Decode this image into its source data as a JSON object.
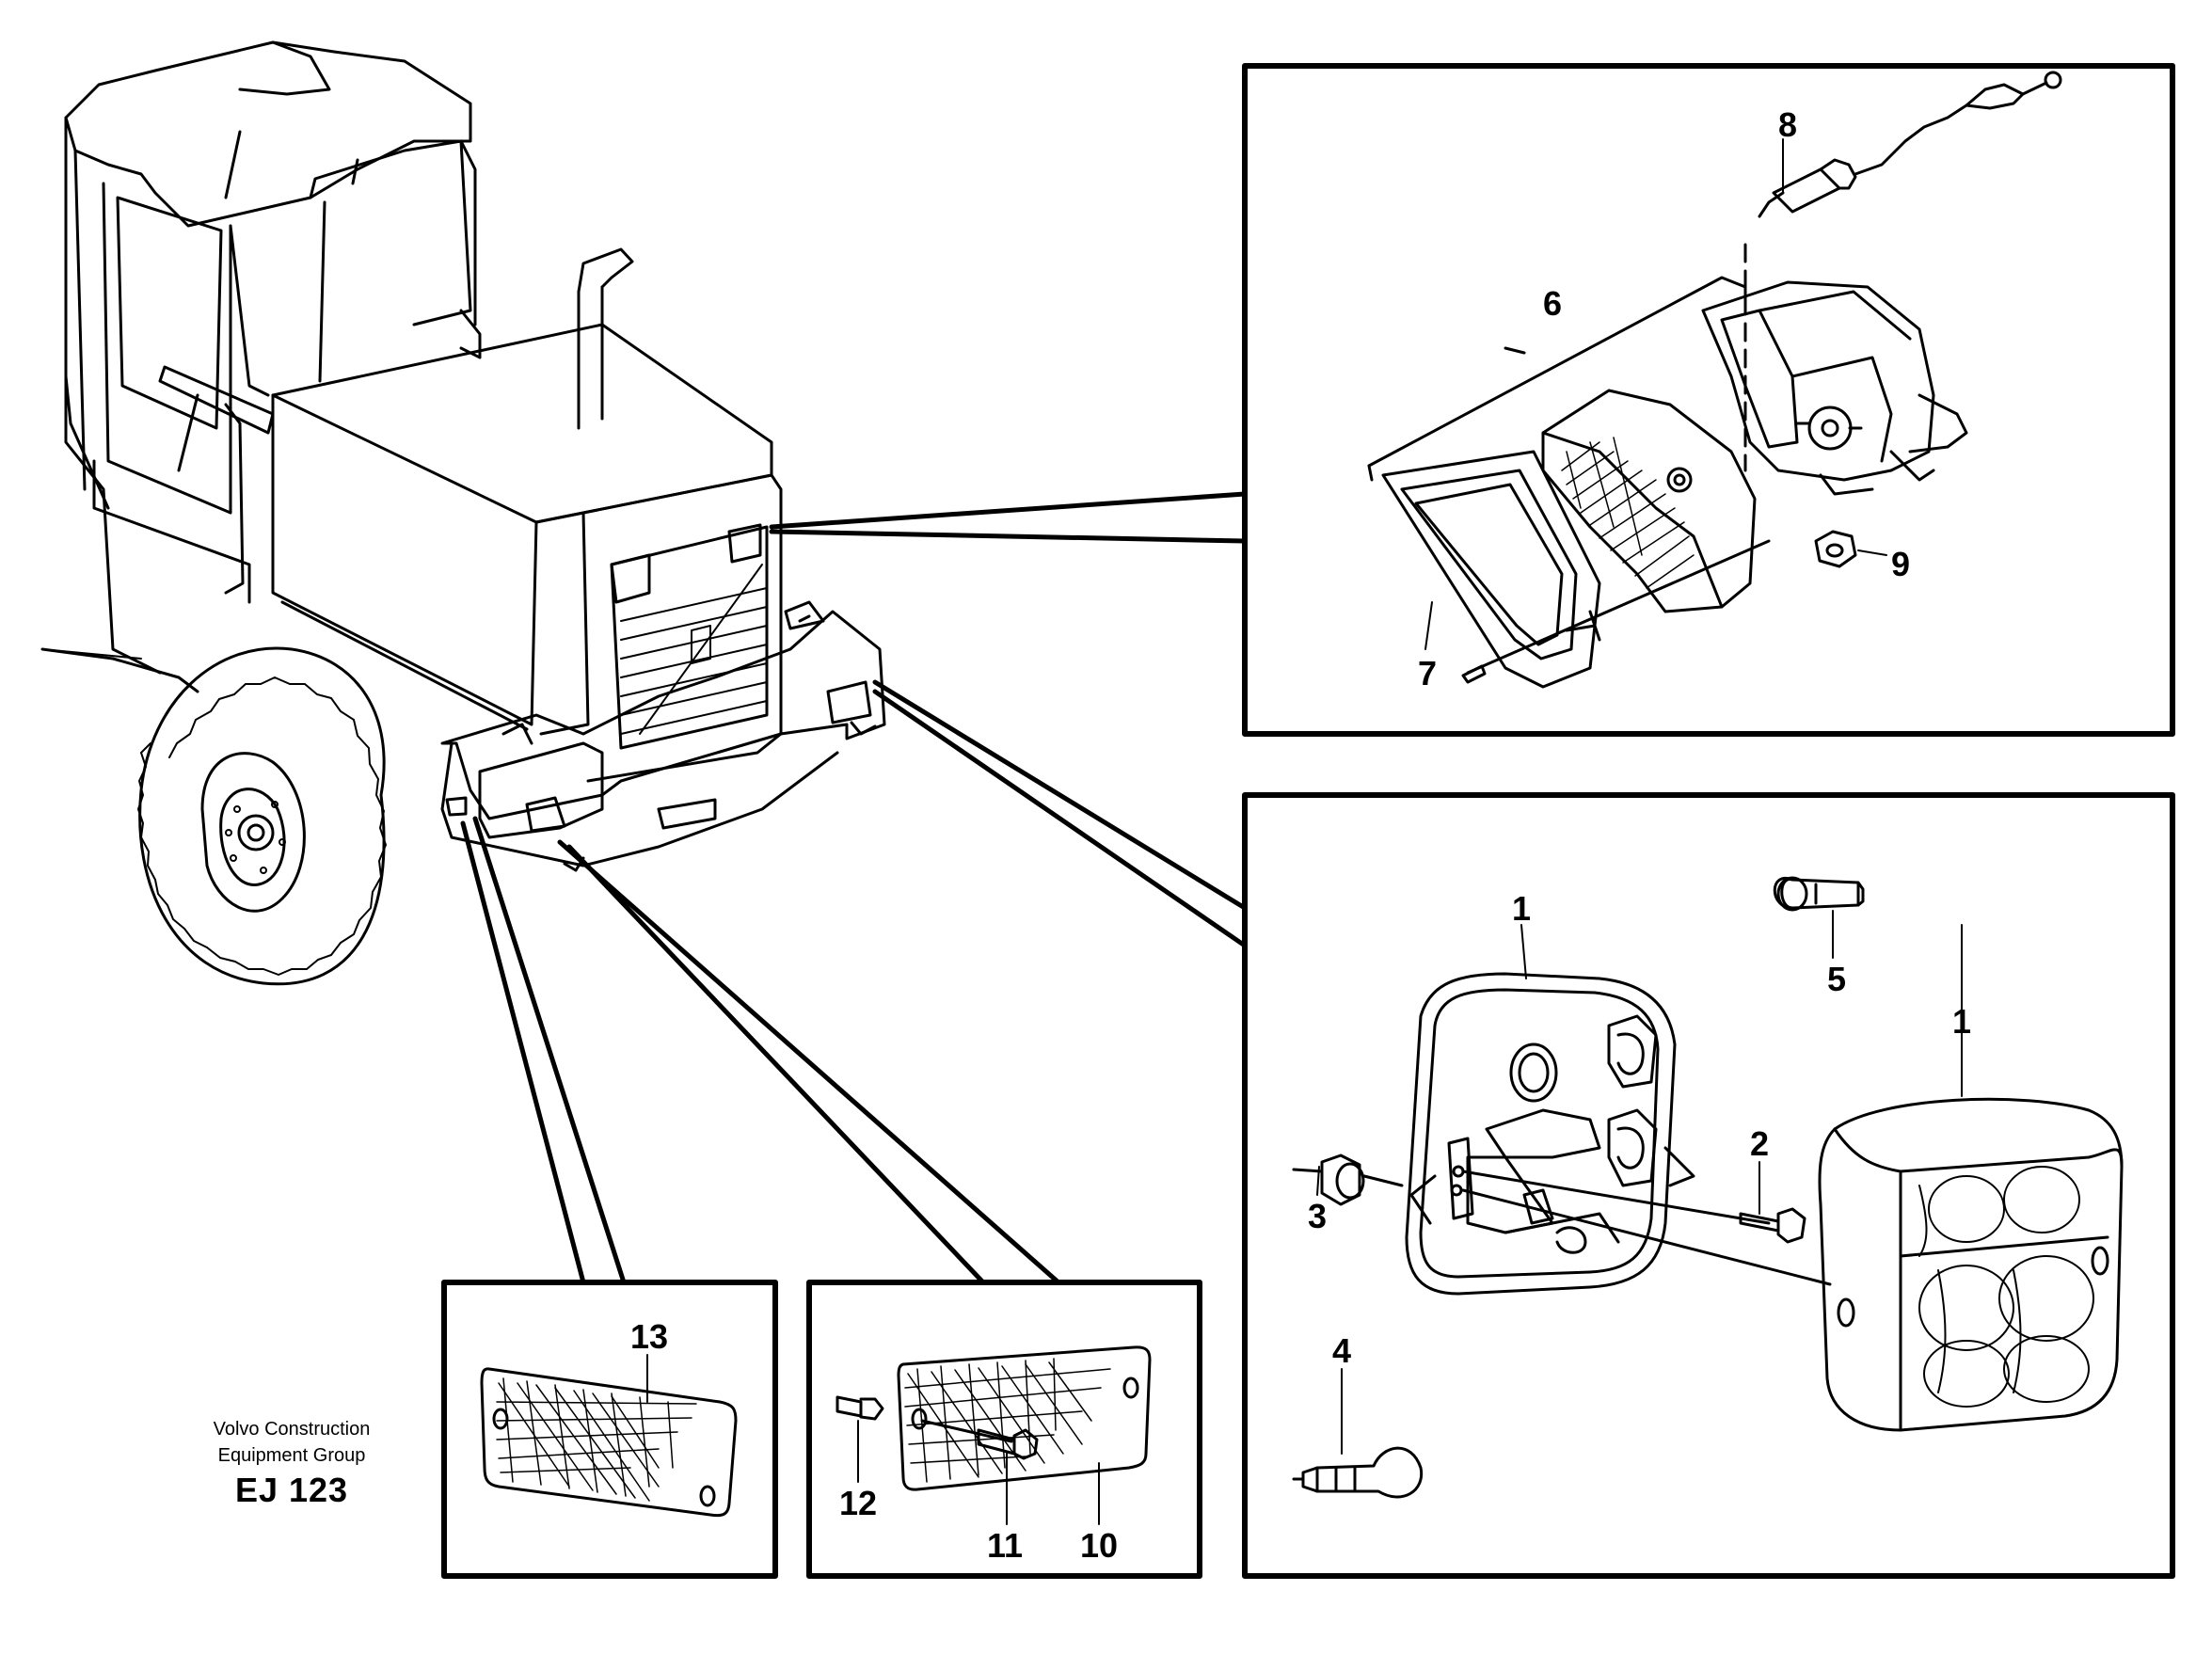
{
  "labels": {
    "n1": "1",
    "n2": "2",
    "n3": "3",
    "n4": "4",
    "n5": "5",
    "n6": "6",
    "n7": "7",
    "n8": "8",
    "n9": "9",
    "n10": "10",
    "n11": "11",
    "n12": "12",
    "n13": "13"
  },
  "caption": {
    "line1": "Volvo Construction",
    "line2": "Equipment Group",
    "code": "EJ 123"
  }
}
